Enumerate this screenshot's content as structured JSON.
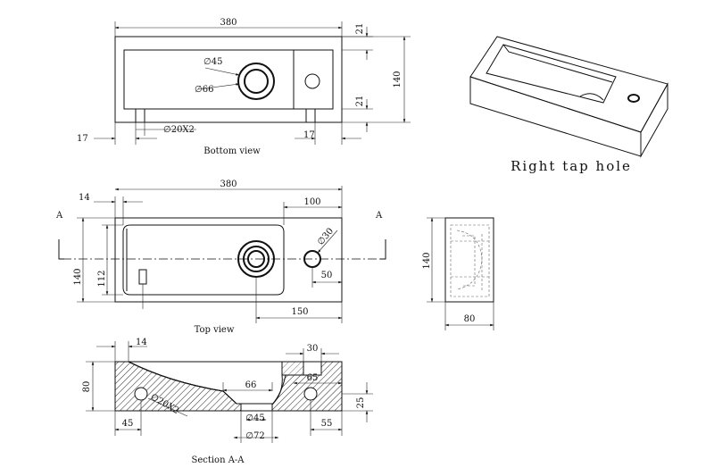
{
  "captions": {
    "bottom_view": "Bottom view",
    "top_view": "Top view",
    "section": "Section A-A",
    "right_tap_hole": "Right tap hole"
  },
  "section_markers": {
    "left": "A",
    "right": "A"
  },
  "dimensions": {
    "bottom": {
      "width": "380",
      "top_wall": "21",
      "bottom_wall": "21",
      "height": "140",
      "d45": "∅45",
      "d66": "∅66",
      "feet": "∅20X2",
      "left_foot": "17",
      "right_foot": "17"
    },
    "top": {
      "offset": "14",
      "width": "380",
      "tap_offset": "100",
      "d30": "∅30",
      "tap_from_edge": "50",
      "height": "140",
      "inner_height": "112",
      "drain_from_edge": "150"
    },
    "side": {
      "height": "140",
      "depth": "80"
    },
    "section": {
      "offset": "14",
      "tap_width": "30",
      "height": "80",
      "d20": "∅20X2",
      "drain_width": "66",
      "inner": "65",
      "left": "45",
      "d45": "∅45",
      "d72": "∅72",
      "right": "55",
      "base": "25"
    }
  }
}
